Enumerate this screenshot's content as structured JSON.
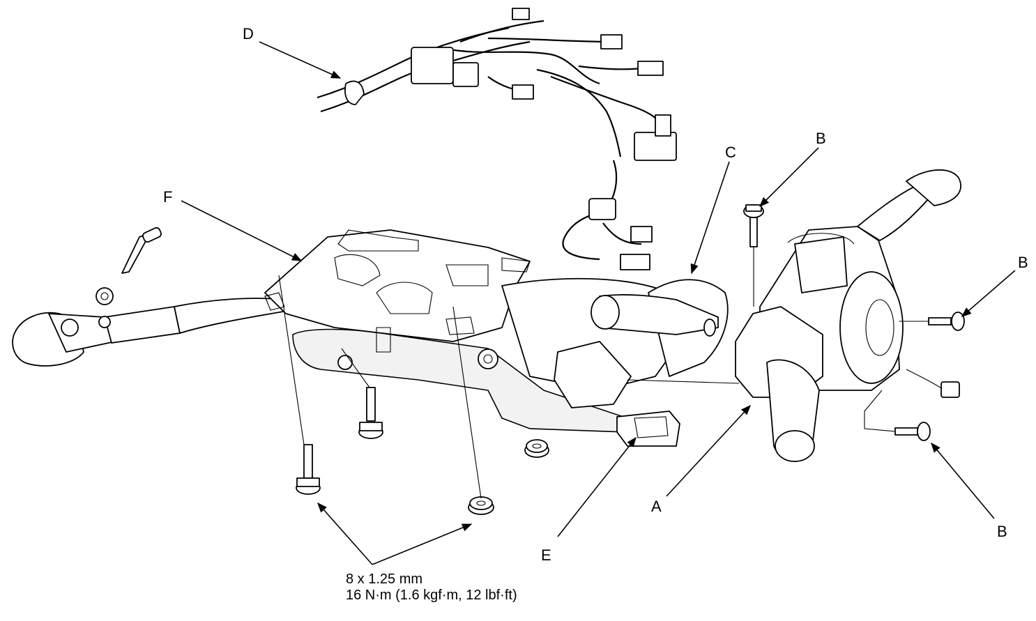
{
  "callouts": {
    "a": "A",
    "b1": "B",
    "b2": "B",
    "b3": "B",
    "c": "C",
    "d": "D",
    "e": "E",
    "f": "F"
  },
  "spec": {
    "size": "8 x 1.25 mm",
    "torque": "16 N·m (1.6 kgf·m, 12 lbf·ft)"
  }
}
